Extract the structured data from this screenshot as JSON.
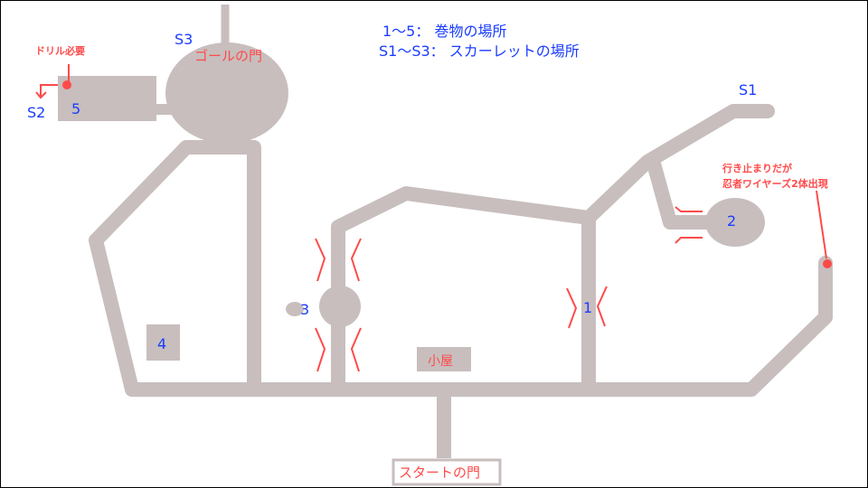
{
  "legend": {
    "line1": "1～5： 巻物の場所",
    "line2": "S1～S3： スカーレットの場所"
  },
  "labels": {
    "s1": "S1",
    "s2": "S2",
    "s3": "S3",
    "n1": "1",
    "n2": "2",
    "n3": "3",
    "n4": "4",
    "n5": "5",
    "goal_gate": "ゴールの門",
    "start_gate": "スタートの門",
    "hut": "小屋",
    "drill_note": "ドリル必要",
    "deadend_note1": "行き止まりだが",
    "deadend_note2": "忍者ワイヤーズ2体出現"
  },
  "colors": {
    "path": "#c8bebe",
    "blue": "#1a3cff",
    "red": "#ff4a4a"
  }
}
